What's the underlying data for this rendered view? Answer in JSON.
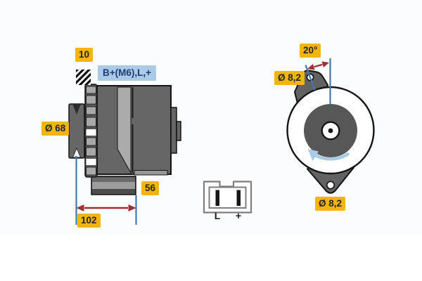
{
  "colors": {
    "label_bg": "#F2B50E",
    "label_text": "#23252E",
    "callout_bg": "#A9CBE7",
    "callout_text": "#1C3D74",
    "dim_line": "#4678B0",
    "dim_arrow": "#9E2F35",
    "rotation_arrow": "#AACBE5",
    "metal_dark": "#666666",
    "metal_light": "#ABABAB",
    "outline": "#141414"
  },
  "side_view": {
    "belt_width_label": "10",
    "terminal_callout": "B+(M6),L,+",
    "pulley_diameter_label": "Ø 68",
    "foot_width_label": "56",
    "mounting_length_label": "102"
  },
  "front_view": {
    "angle_label": "20°",
    "top_hole_label": "Ø 8,2",
    "bottom_hole_label": "Ø 8,2"
  },
  "connector": {
    "pin_l_label": "L",
    "pin_plus_label": "+"
  }
}
